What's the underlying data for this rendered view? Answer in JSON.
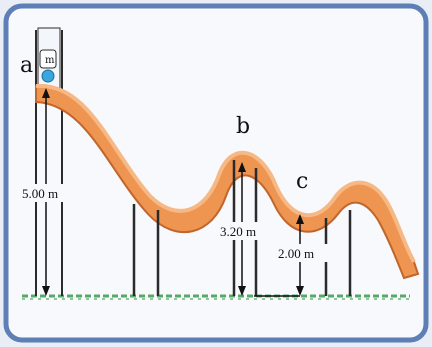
{
  "diagram": {
    "points": {
      "a": "a",
      "b": "b",
      "c": "c"
    },
    "car_label": "m",
    "heights": {
      "a": "5.00 m",
      "b": "3.20 m",
      "c": "2.00 m"
    }
  },
  "colors": {
    "track_top": "#f6b985",
    "track_fill": "#ee9552",
    "track_edge": "#c2652b",
    "frame": "#5d7fb5",
    "panel": "#f7f9fd",
    "ground": "#58a86a",
    "support": "#2b2b2b",
    "car": "#3aa6df"
  }
}
